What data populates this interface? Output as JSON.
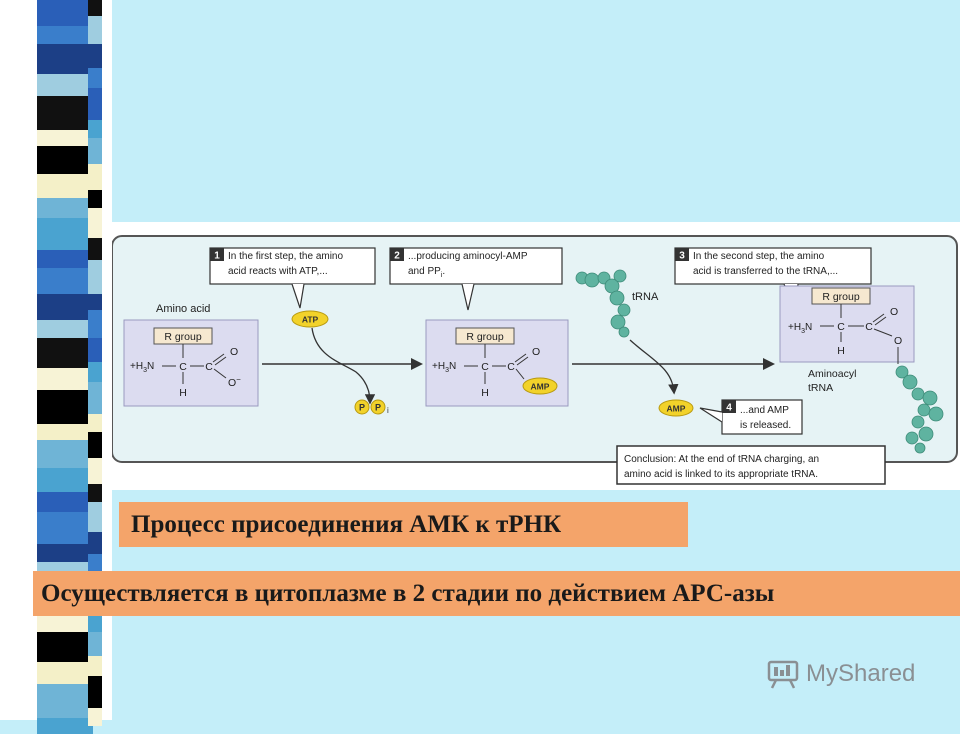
{
  "figure": {
    "callouts": [
      {
        "number": "1",
        "line1": "In the first step, the amino",
        "line2": "acid reacts with ATP,..."
      },
      {
        "number": "2",
        "line1": "...producing aminocyl-AMP",
        "line2": "and PP",
        "line2_sub": "i",
        "line2_end": "."
      },
      {
        "number": "3",
        "line1": "In the second step, the amino",
        "line2": "acid is transferred to the tRNA,..."
      },
      {
        "number": "4",
        "line1": "...and AMP",
        "line2": "is released."
      }
    ],
    "amino_acid_label": "Amino acid",
    "r_group": "R group",
    "h3n": "+H",
    "h3n_sub": "3",
    "h3n_end": "N",
    "c_atom": "C",
    "h_atom": "H",
    "o_atom": "O",
    "o_minus": "O",
    "minus": "−",
    "atp_label": "ATP",
    "amp_label": "AMP",
    "pp_p": "P",
    "pp_sub": "i",
    "trna_label": "tRNA",
    "aminoacyl_line1": "Aminoacyl",
    "aminoacyl_line2": "tRNA",
    "conclusion_line1": "Conclusion: At the end of tRNA charging, an",
    "conclusion_line2": "amino acid is linked to its appropriate tRNA."
  },
  "captions": {
    "title": "Процесс присоединения АМК к тРНК",
    "subtitle": "Осуществляется в цитоплазме в 2 стадии по действием АРС-азы"
  },
  "watermark": {
    "text": "MyShared"
  },
  "colors": {
    "background": "#c4eef9",
    "caption": "#f4a46a",
    "molecule_box": "#dcdcf0",
    "badge": "#f2d22a",
    "trna": "#5fb3a0",
    "figure_bg": "#e6f3f5"
  }
}
